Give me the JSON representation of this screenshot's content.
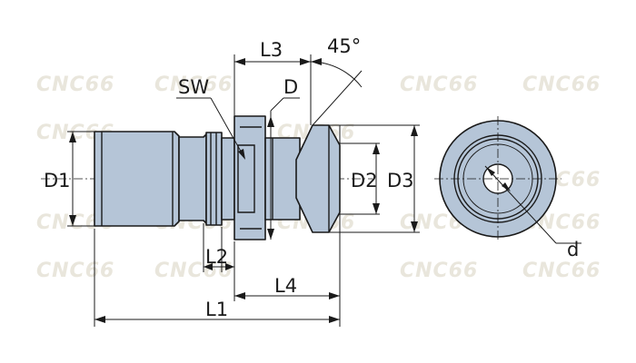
{
  "watermark": {
    "text": "CNC66"
  },
  "dimensions": {
    "L1": "L1",
    "L2": "L2",
    "L3": "L3",
    "L4": "L4",
    "D": "D",
    "D1": "D1",
    "D2": "D2",
    "D3": "D3",
    "SW": "SW",
    "d": "d",
    "angle": "45°"
  },
  "colors": {
    "part_fill": "#b5c5d7",
    "line": "#1a1a1a",
    "watermark": "#e9e6dc"
  }
}
